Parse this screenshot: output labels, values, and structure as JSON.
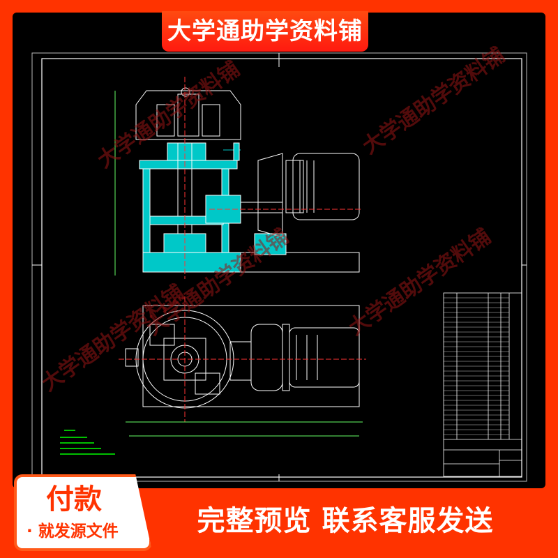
{
  "banner": {
    "title": "大学通助学资料铺"
  },
  "watermark": {
    "text": "大学通助学资料铺"
  },
  "payment": {
    "title": "付款",
    "subtitle": "· 就发源文件"
  },
  "cta": {
    "text": "完整预览  联系客服发送"
  },
  "colors": {
    "background": "#ff3300",
    "drawing_bg": "#000000",
    "part_fill": "#00ffff",
    "notes": "#00ff00",
    "dim": "#ff3333"
  }
}
